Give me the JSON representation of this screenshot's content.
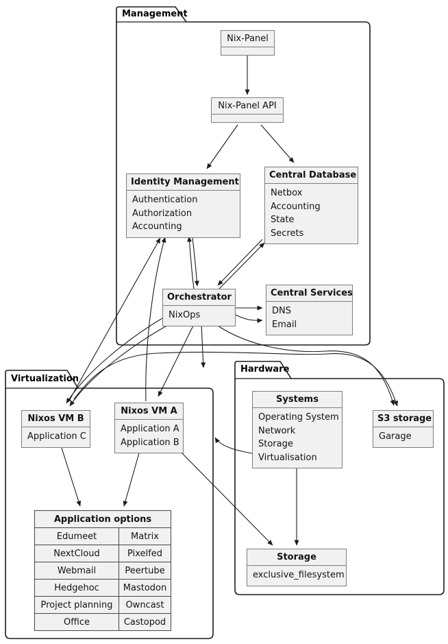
{
  "diagram": {
    "colors": {
      "background": "#ffffff",
      "box_fill": "#f1f1f1",
      "box_border": "#7d7d7d",
      "package_border": "#1b1b1b",
      "edge_line": "#1b1b1b"
    },
    "packages": {
      "management": {
        "label": "Management"
      },
      "virtualization": {
        "label": "Virtualization"
      },
      "hardware": {
        "label": "Hardware"
      }
    },
    "boxes": {
      "nix_panel": {
        "title": "Nix-Panel",
        "items": []
      },
      "nix_panel_api": {
        "title": "Nix-Panel API",
        "items": []
      },
      "identity_management": {
        "title": "Identity Management",
        "items": [
          "Authentication",
          "Authorization",
          "Accounting"
        ]
      },
      "central_database": {
        "title": "Central Database",
        "items": [
          "Netbox",
          "Accounting",
          "State",
          "Secrets"
        ]
      },
      "orchestrator": {
        "title": "Orchestrator",
        "items": [
          "NixOps"
        ]
      },
      "central_services": {
        "title": "Central Services",
        "items": [
          "DNS",
          "Email"
        ]
      },
      "nixos_vm_b": {
        "title": "Nixos VM B",
        "items": [
          "Application C"
        ]
      },
      "nixos_vm_a": {
        "title": "Nixos VM A",
        "items": [
          "Application A",
          "Application B"
        ]
      },
      "application_options": {
        "title": "Application options",
        "rows": [
          [
            "Edumeet",
            "Matrix"
          ],
          [
            "NextCloud",
            "Pixelfed"
          ],
          [
            "Webmail",
            "Peertube"
          ],
          [
            "Hedgehoc",
            "Mastodon"
          ],
          [
            "Project planning",
            "Owncast"
          ],
          [
            "Office",
            "Castopod"
          ]
        ]
      },
      "systems": {
        "title": "Systems",
        "items": [
          "Operating System",
          "Network",
          "Storage",
          "Virtualisation"
        ]
      },
      "s3_storage": {
        "title": "S3 storage",
        "items": [
          "Garage"
        ]
      },
      "storage": {
        "title": "Storage",
        "items": [
          "exclusive_filesystem"
        ]
      }
    },
    "edges": [
      {
        "id": "edge-nixpanel-api",
        "from": "Nix-Panel",
        "to": "Nix-Panel API"
      },
      {
        "id": "edge-api-im",
        "from": "Nix-Panel API",
        "to": "Identity Management"
      },
      {
        "id": "edge-api-cd",
        "from": "Nix-Panel API",
        "to": "Central Database"
      },
      {
        "id": "edge-im-orch",
        "from": "Identity Management",
        "to": "Orchestrator"
      },
      {
        "id": "edge-orch-im",
        "from": "Orchestrator",
        "to": "Identity Management"
      },
      {
        "id": "edge-orch-cd",
        "from": "Orchestrator",
        "to": "Central Database"
      },
      {
        "id": "edge-cd-orch",
        "from": "Central Database",
        "to": "Orchestrator"
      },
      {
        "id": "edge-orch-dns",
        "from": "Orchestrator",
        "to": "Central Services"
      },
      {
        "id": "edge-orch-email",
        "from": "Orchestrator",
        "to": "Central Services"
      },
      {
        "id": "edge-vmb-im",
        "from": "Nixos VM B",
        "to": "Identity Management"
      },
      {
        "id": "edge-vma-im",
        "from": "Nixos VM A",
        "to": "Identity Management"
      },
      {
        "id": "edge-orch-vmb",
        "from": "Orchestrator",
        "to": "Nixos VM B"
      },
      {
        "id": "edge-orch-vmb-2",
        "from": "Orchestrator",
        "to": "Nixos VM B"
      },
      {
        "id": "edge-orch-vma",
        "from": "Orchestrator",
        "to": "Nixos VM A"
      },
      {
        "id": "edge-orch-virtualization",
        "from": "Orchestrator",
        "to": "Virtualization"
      },
      {
        "id": "edge-orch-s3",
        "from": "Orchestrator",
        "to": "S3 storage"
      },
      {
        "id": "edge-vmb-s3",
        "from": "Nixos VM B",
        "to": "S3 storage"
      },
      {
        "id": "edge-vma-storage",
        "from": "Nixos VM A",
        "to": "Storage"
      },
      {
        "id": "edge-systems-storage",
        "from": "Systems",
        "to": "Storage"
      },
      {
        "id": "edge-systems-virtualization",
        "from": "Systems",
        "to": "Virtualization"
      },
      {
        "id": "edge-vmb-appopts",
        "from": "Nixos VM B",
        "to": "Application options"
      },
      {
        "id": "edge-vma-appopts",
        "from": "Nixos VM A",
        "to": "Application options"
      }
    ]
  }
}
